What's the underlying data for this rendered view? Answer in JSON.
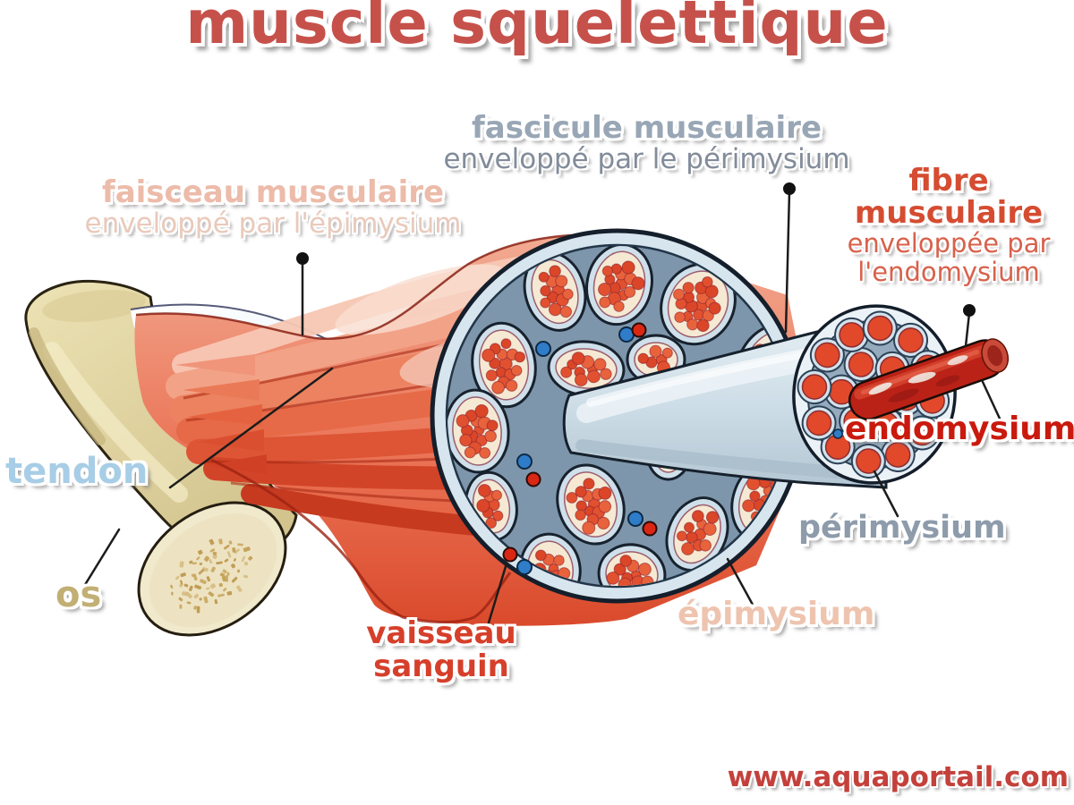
{
  "title": {
    "text": "muscle squelettique",
    "color": "#c6514b"
  },
  "watermark": {
    "text": "www.aquaportail.com",
    "color": "#c4413b"
  },
  "labels": {
    "fascicule": {
      "line1": "fascicule musculaire",
      "line2": "enveloppé par le périmysium",
      "color1": "#98a6b5",
      "color2": "#828c9a"
    },
    "faisceau": {
      "line1": "faisceau musculaire",
      "line2": "enveloppé par l'épimysium",
      "color1": "#ecbba9",
      "color2": "#e9cabb"
    },
    "fibre": {
      "line1": "fibre",
      "line2": "musculaire",
      "line3": "enveloppée par",
      "line4": "l'endomysium",
      "color1": "#d54c31",
      "color2": "#d8614b"
    },
    "tendon": {
      "text": "tendon",
      "color": "#a8cde6"
    },
    "os": {
      "text": "os",
      "color": "#c2af74"
    },
    "endomysium": {
      "text": "endomysium",
      "color": "#ca1a0e"
    },
    "perimysium": {
      "text": "périmysium",
      "color": "#8d9bab"
    },
    "epimysium": {
      "text": "épimysium",
      "color": "#eec4af"
    },
    "vaisseau": {
      "line1": "vaisseau",
      "line2": "sanguin",
      "color": "#d63f2a"
    }
  },
  "palette": {
    "muscle_main": "#ec7c5e",
    "muscle_dark": "#d04327",
    "muscle_light": "#f6c0ad",
    "bone": "#e6dcaa",
    "bone_face": "#f0e9cc",
    "bone_speckle": "#c3a05c",
    "tendon_blue": "#bfe0ec",
    "epimysium_rim": "#d7e5ef",
    "perimysium_matrix": "#7e96ab",
    "fascicle_rim": "#cfe0eb",
    "fascicle_inner": "#f5e9d3",
    "fiber_red": "#e2512f",
    "fiber_rod": "#bb2217",
    "vessel_blue": "#2f7cc9",
    "vessel_red": "#d92714",
    "tube": "#ccdce6",
    "outline_dark": "#17222e",
    "leader": "#1c1c1c"
  }
}
